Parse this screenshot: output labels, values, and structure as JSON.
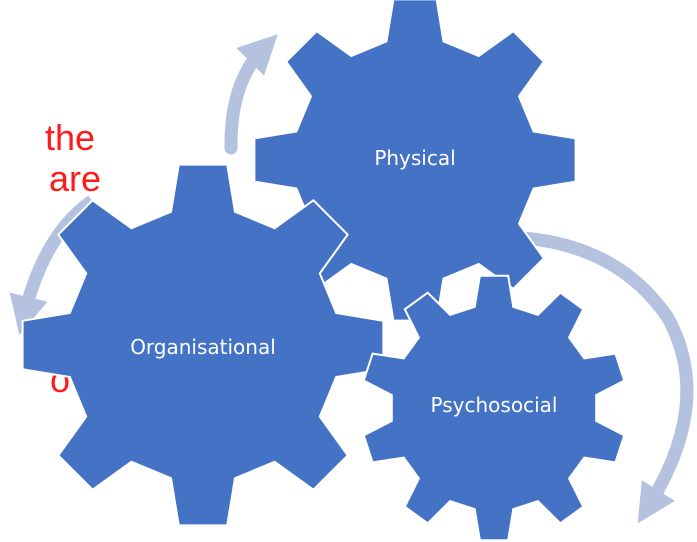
{
  "text_fragments": {
    "line1": "the",
    "line2": "are",
    "line3": "o"
  },
  "gears": {
    "physical": {
      "label": "Physical",
      "icon": "gear-icon"
    },
    "organisational": {
      "label": "Organisational",
      "icon": "gear-icon"
    },
    "psychosocial": {
      "label": "Psychosocial",
      "icon": "gear-icon"
    }
  },
  "colors": {
    "gear_fill": "#4472c4",
    "gear_stroke": "#ffffff",
    "arrow": "#b4c2e0",
    "fragment_text": "#ff1a1a",
    "label_text": "#ffffff"
  }
}
